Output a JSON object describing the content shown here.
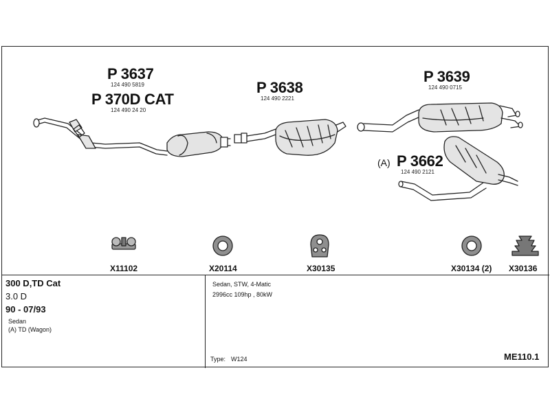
{
  "parts": [
    {
      "number": "P 3637",
      "oem": "124 490 5819"
    },
    {
      "number": "P 370D CAT",
      "oem": "124 490 24 20"
    },
    {
      "number": "P 3638",
      "oem": "124 490 2221"
    },
    {
      "number": "P 3639",
      "oem": "124 490 0715"
    },
    {
      "number": "P 3662",
      "oem": "124 490 2121",
      "prefix": "(A)"
    }
  ],
  "fittings": [
    {
      "code": "X11102"
    },
    {
      "code": "X20114"
    },
    {
      "code": "X30135"
    },
    {
      "code": "X30134 (2)"
    },
    {
      "code": "X30136"
    }
  ],
  "vehicle": {
    "model": "300 D,TD Cat",
    "engine": "3.0 D",
    "years": "90 - 07/93",
    "body": "Sedan",
    "variant": "(A) TD (Wagon)",
    "spec_line1": "Sedan, STW, 4-Matic",
    "spec_line2": "2996cc 109hp , 80kW",
    "type_label": "Type:",
    "type_value": "W124",
    "diagram_code": "ME110.1"
  },
  "colors": {
    "line": "#222222",
    "fill": "#dcdcdc",
    "background": "#ffffff"
  }
}
